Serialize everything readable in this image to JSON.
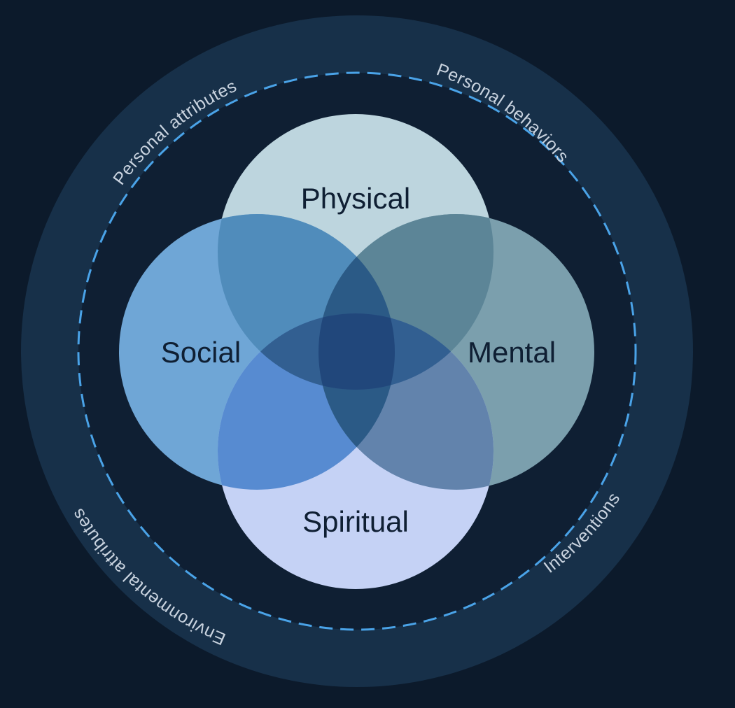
{
  "diagram": {
    "colors": {
      "background": "#0c1a2b",
      "outer_ring": "#173049",
      "inner_disc": "#0f1f33",
      "dashed_ring": "#4aa3e8",
      "ring_text": "#c9d3df",
      "circle_text": "#0f1f33"
    },
    "ring_labels": [
      {
        "id": "personal-attributes",
        "text": "Personal attributes"
      },
      {
        "id": "personal-behaviors",
        "text": "Personal behaviors"
      },
      {
        "id": "interventions",
        "text": "Interventions"
      },
      {
        "id": "environmental-attributes",
        "text": "Environmental attributes"
      }
    ],
    "circles": [
      {
        "id": "physical",
        "label": "Physical",
        "color": "#bdd5de"
      },
      {
        "id": "social",
        "label": "Social",
        "color": "#6fa6d6"
      },
      {
        "id": "mental",
        "label": "Mental",
        "color": "#7b9fad"
      },
      {
        "id": "spiritual",
        "label": "Spiritual",
        "color": "#c5d2f5"
      }
    ]
  }
}
